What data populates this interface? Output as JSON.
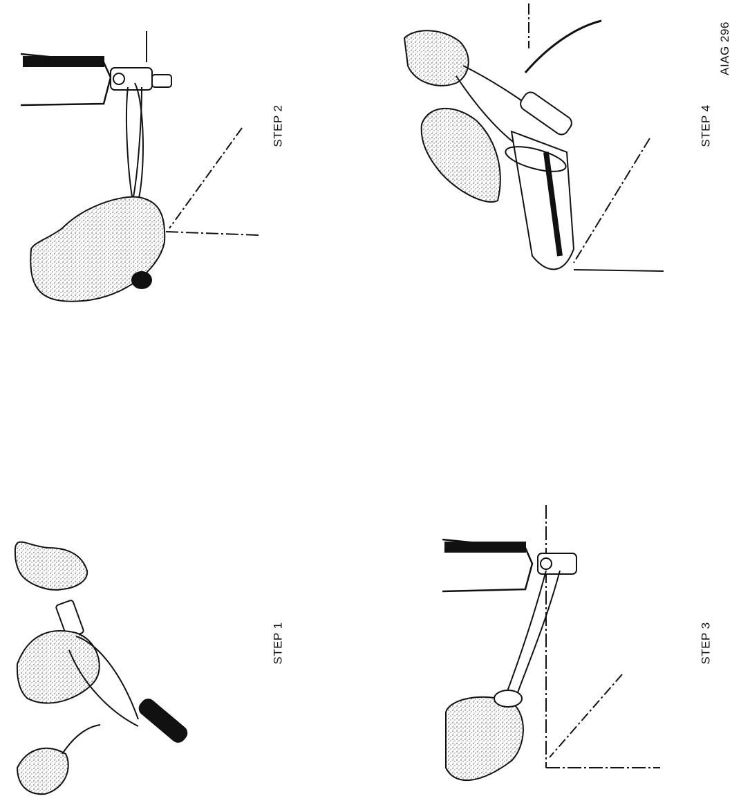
{
  "labels": {
    "step1": "STEP 1",
    "step2": "STEP 2",
    "step3": "STEP 3",
    "step4": "STEP 4",
    "figure_id": "AIAG 296"
  }
}
